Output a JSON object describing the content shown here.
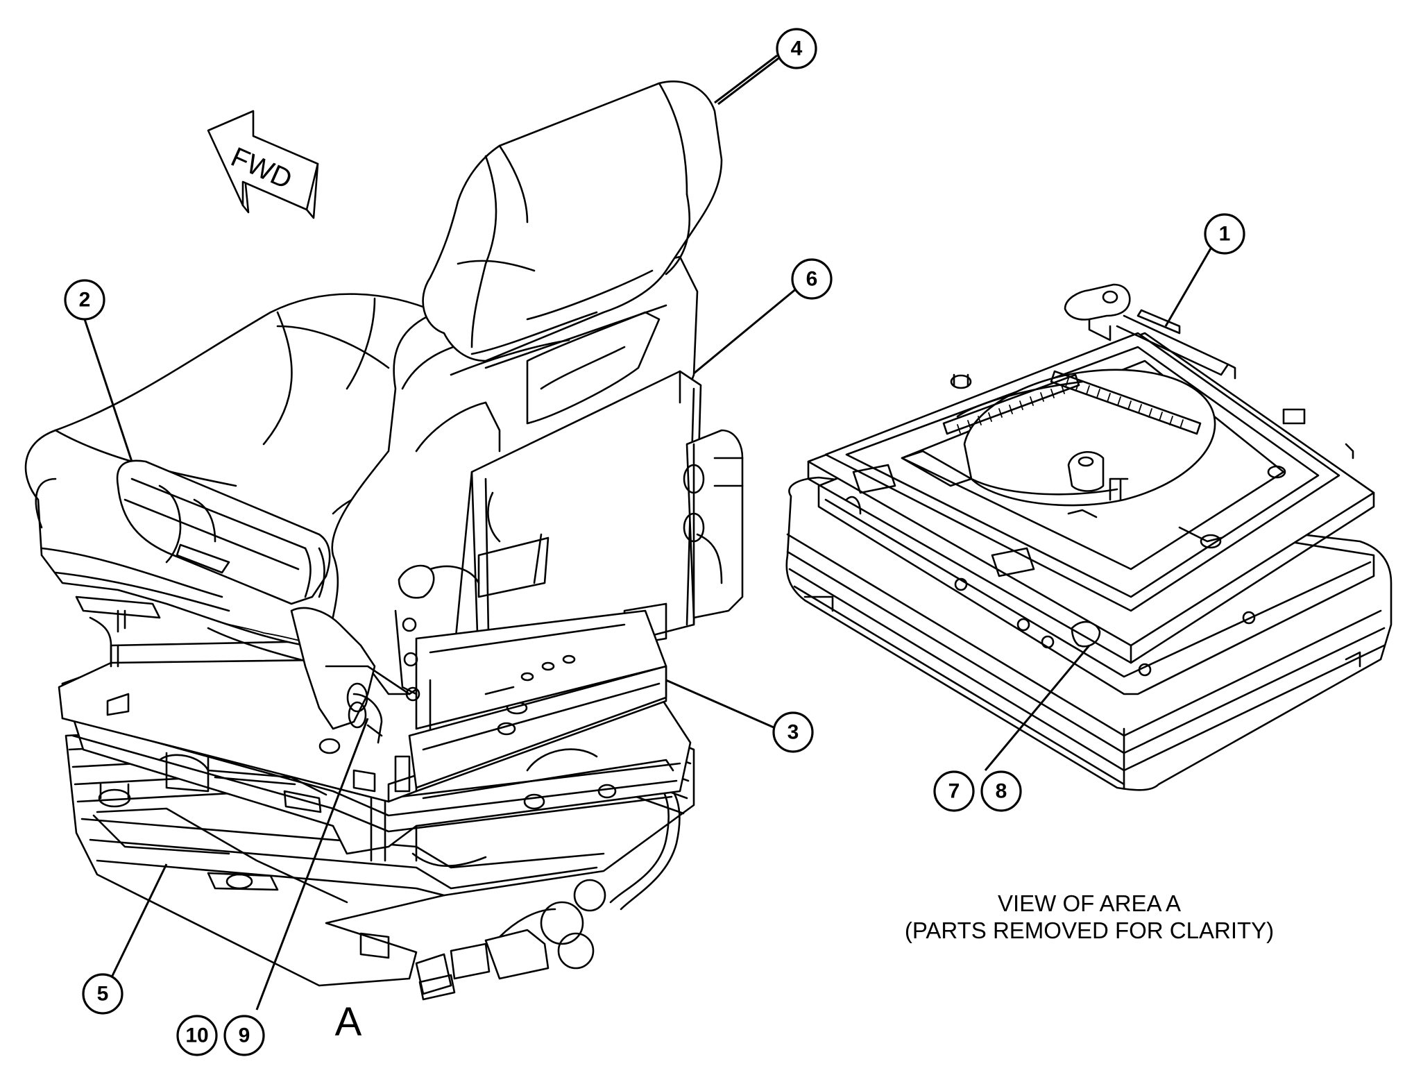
{
  "fwd_label": "FWD",
  "area_label": "A",
  "view_caption": {
    "line1": "VIEW OF AREA A",
    "line2": "(PARTS REMOVED FOR CLARITY)"
  },
  "callouts": {
    "c1": "1",
    "c2": "2",
    "c3": "3",
    "c4": "4",
    "c5": "5",
    "c6": "6",
    "c7": "7",
    "c8": "8",
    "c9": "9",
    "c10": "10"
  }
}
